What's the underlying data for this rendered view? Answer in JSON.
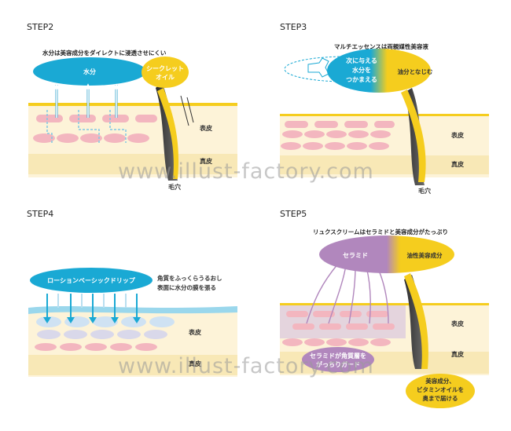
{
  "steps": {
    "step2": {
      "title": "STEP2",
      "caption": "水分は美容成分をダイレクトに浸透させにくい",
      "water_label": "水分",
      "secret_oil_line1": "シークレット",
      "secret_oil_line2": "オイル",
      "epidermis": "表皮",
      "dermis": "真皮",
      "pore": "毛穴"
    },
    "step3": {
      "title": "STEP3",
      "caption": "マルチエッセンスは両親媒性美容液",
      "left_line1": "次に与える",
      "left_line2": "水分を",
      "left_line3": "つかまえる",
      "right_label": "油分となじむ",
      "epidermis": "表皮",
      "dermis": "真皮",
      "pore": "毛穴"
    },
    "step4": {
      "title": "STEP4",
      "drip_label": "ローションベーシックドリップ",
      "desc_line1": "角質をふっくらうるおし",
      "desc_line2": "表面に水分の膜を張る",
      "epidermis": "表皮",
      "dermis": "真皮"
    },
    "step5": {
      "title": "STEP5",
      "caption": "リュクスクリームはセラミドと美容成分がたっぷり",
      "ceramide_label": "セラミド",
      "oil_label": "油性美容成分",
      "guard_line1": "セラミドが角質層を",
      "guard_line2": "がっちりガード",
      "deliver_line1": "美容成分、",
      "deliver_line2": "ビタミンオイルを",
      "deliver_line3": "奥まで届ける",
      "epidermis": "表皮",
      "dermis": "真皮"
    }
  },
  "watermark": "www.illust-factory.com",
  "colors": {
    "water": "#1aa9d4",
    "oil": "#f5cd1e",
    "ceramide": "#b187bd",
    "skin_light": "#fdf3d8",
    "skin_dermis": "#f8e8b6",
    "cell": "#f3b6bf",
    "cell_dot": "#e07b8c"
  }
}
